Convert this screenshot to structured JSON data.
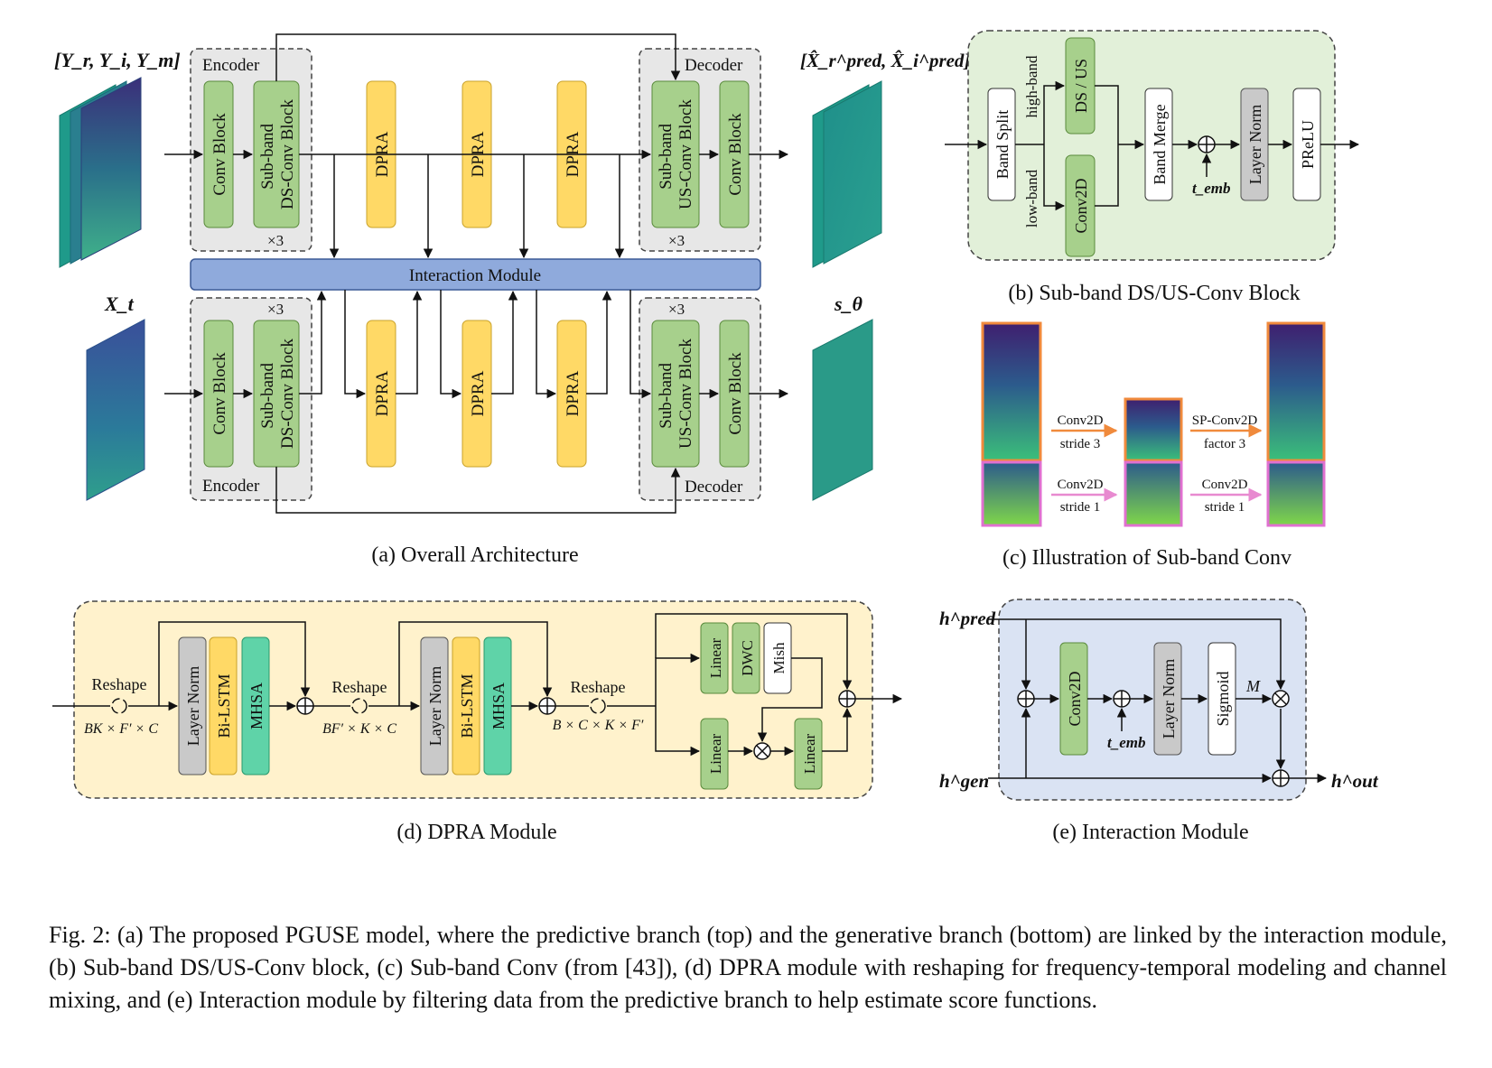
{
  "panel_a": {
    "subtitle": "(a) Overall Architecture",
    "input_top": "[Y_r, Y_i, Y_m]",
    "input_bottom": "X_t",
    "output_top": "[X̂_r^pred, X̂_i^pred]",
    "output_bottom": "s_θ",
    "encoder_label": "Encoder",
    "decoder_label": "Decoder",
    "repeat_label": "×3",
    "conv_block": "Conv Block",
    "subband_ds": [
      "Sub-band",
      "DS-Conv Block"
    ],
    "subband_us": [
      "Sub-band",
      "US-Conv Block"
    ],
    "dpra": "DPRA",
    "interaction": "Interaction Module"
  },
  "panel_b": {
    "subtitle": "(b) Sub-band DS/US-Conv Block",
    "band_split": "Band Split",
    "high_band": "high-band",
    "low_band": "low-band",
    "ds_us": "DS / US",
    "conv2d": "Conv2D",
    "band_merge": "Band Merge",
    "t_emb": "t_emb",
    "layer_norm": "Layer Norm",
    "prelu": "PReLU"
  },
  "panel_c": {
    "subtitle": "(c) Illustration of Sub-band Conv",
    "top_left_1": "Conv2D",
    "top_left_2": "stride 3",
    "bottom_left_1": "Conv2D",
    "bottom_left_2": "stride 1",
    "top_right_1": "SP-Conv2D",
    "top_right_2": "factor 3",
    "bottom_right_1": "Conv2D",
    "bottom_right_2": "stride 1"
  },
  "panel_d": {
    "subtitle": "(d) DPRA Module",
    "reshape": "Reshape",
    "shape1": "BK × F′ × C",
    "shape2": "BF′ × K × C",
    "shape3": "B × C × K × F′",
    "layer_norm": "Layer Norm",
    "bilstm": "Bi-LSTM",
    "mhsa": "MHSA",
    "linear": "Linear",
    "dwc": "DWC",
    "mish": "Mish"
  },
  "panel_e": {
    "subtitle": "(e) Interaction Module",
    "h_pred": "h^pred",
    "h_gen": "h^gen",
    "h_out": "h^out",
    "conv2d": "Conv2D",
    "t_emb": "t_emb",
    "layer_norm": "Layer Norm",
    "sigmoid": "Sigmoid",
    "m": "M"
  },
  "caption": "Fig. 2: (a) The proposed PGUSE model, where the predictive branch (top) and the generative branch (bottom) are linked by the interaction module, (b) Sub-band DS/US-Conv block, (c) Sub-band Conv (from [43]), (d) DPRA module with reshaping for frequency-temporal modeling and channel mixing, and (e) Interaction module by filtering data from the predictive branch to help estimate score functions.",
  "colors": {
    "green": "#a7d08c",
    "yellow": "#ffd966",
    "blue": "#8faadc",
    "teal": "#5fd3a8",
    "gray": "#c9c9c9",
    "panel_b_bg": "#e2f0d9",
    "panel_d_bg": "#fff2cc",
    "panel_e_bg": "#dae3f3"
  }
}
